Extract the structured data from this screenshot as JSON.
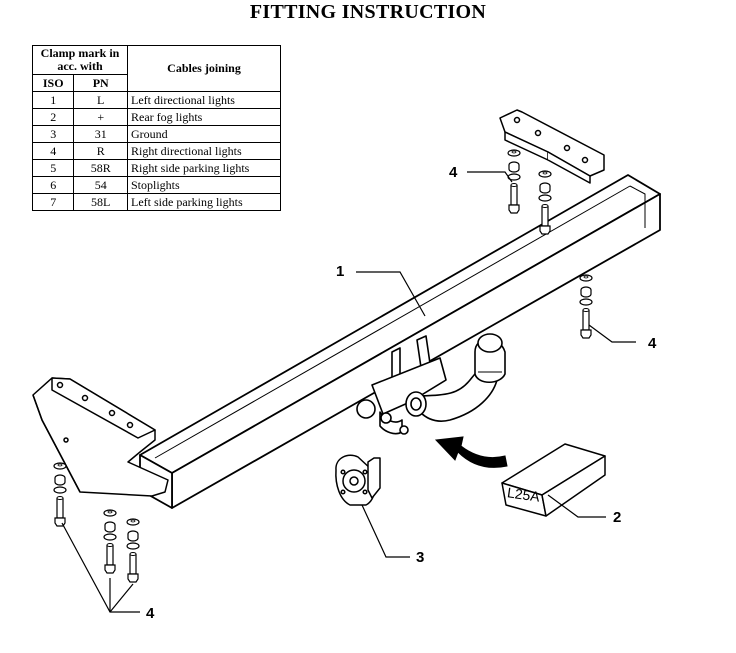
{
  "title": "FITTING INSTRUCTION",
  "table": {
    "header_clamp": "Clamp mark in acc. with",
    "header_iso": "ISO",
    "header_pn": "PN",
    "header_cables": "Cables joining",
    "rows": [
      {
        "iso": "1",
        "pn": "L",
        "cable": "Left directional lights"
      },
      {
        "iso": "2",
        "pn": "+",
        "cable": "Rear fog lights"
      },
      {
        "iso": "3",
        "pn": "31",
        "cable": "Ground"
      },
      {
        "iso": "4",
        "pn": "R",
        "cable": "Right directional lights"
      },
      {
        "iso": "5",
        "pn": "58R",
        "cable": "Right side parking lights"
      },
      {
        "iso": "6",
        "pn": "54",
        "cable": "Stoplights"
      },
      {
        "iso": "7",
        "pn": "58L",
        "cable": "Left side parking lights"
      }
    ]
  },
  "callouts": {
    "tow_bar": "1",
    "wiring_kit": "2",
    "socket_plate": "3",
    "bolts_top": "4",
    "bolts_right": "4",
    "bolts_bottom": "4"
  },
  "kit_box_label": "L25A"
}
